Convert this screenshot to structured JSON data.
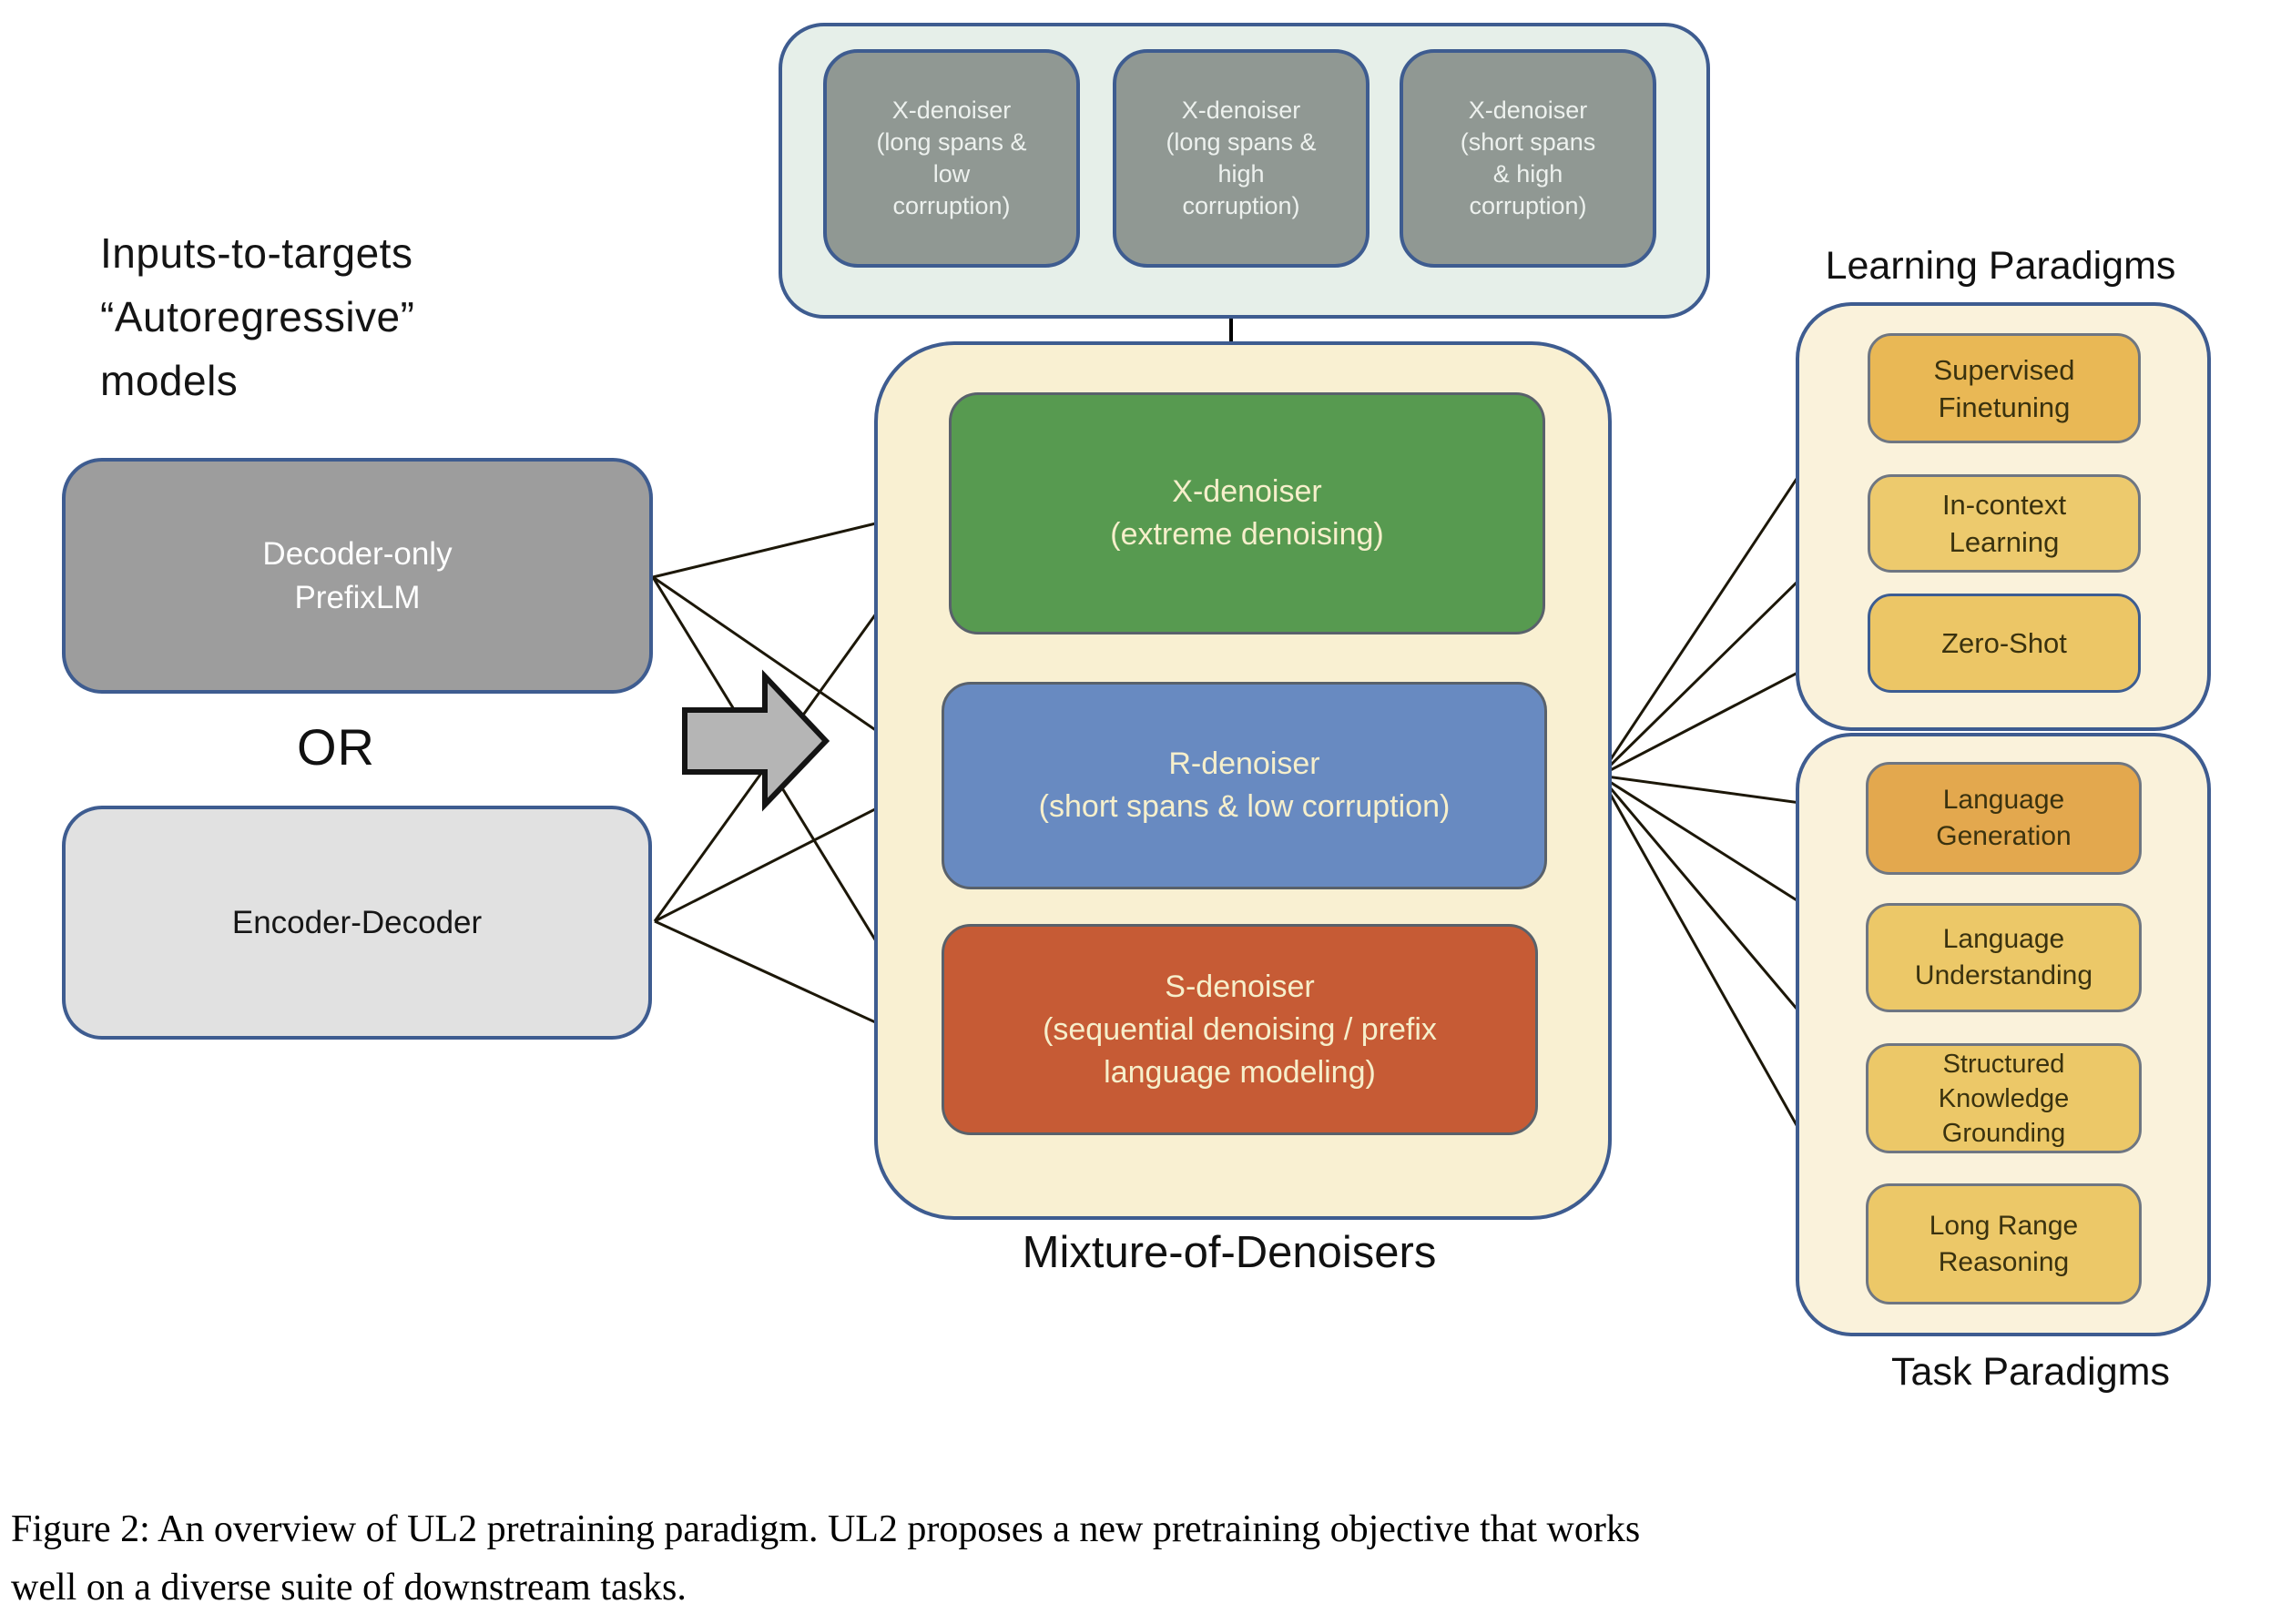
{
  "figure": {
    "left_column": {
      "heading": "Inputs-to-targets\n“Autoregressive”\nmodels",
      "decoder_box_label": "Decoder-only\nPrefixLM",
      "or_label": "OR",
      "encoder_box_label": "Encoder-Decoder"
    },
    "top_group": {
      "boxes": [
        "X-denoiser\n(long spans &\nlow\ncorruption)",
        "X-denoiser\n(long spans &\nhigh\ncorruption)",
        "X-denoiser\n(short spans\n& high\ncorruption)"
      ]
    },
    "mixture_group": {
      "label": "Mixture-of-Denoisers",
      "x_denoiser": "X-denoiser\n(extreme denoising)",
      "r_denoiser": "R-denoiser\n(short spans & low corruption)",
      "s_denoiser": "S-denoiser\n(sequential denoising / prefix\nlanguage modeling)"
    },
    "learning_paradigms": {
      "title": "Learning Paradigms",
      "items": [
        "Supervised\nFinetuning",
        "In-context\nLearning",
        "Zero-Shot"
      ]
    },
    "task_paradigms": {
      "title": "Task Paradigms",
      "items": [
        "Language\nGeneration",
        "Language\nUnderstanding",
        "Structured\nKnowledge\nGrounding",
        "Long Range\nReasoning"
      ]
    },
    "colors": {
      "container_border_blue": "#3e5c90",
      "mint_container": "#e6efe9",
      "gray_variant_box": "#909893",
      "decoder_gray": "#9d9d9d",
      "encoder_light_gray": "#e1e1e1",
      "cream_container": "#f9f0d2",
      "cream_container_right": "#faf2db",
      "x_denoiser_green": "#579a50",
      "r_denoiser_blue": "#688ac1",
      "s_denoiser_red": "#c65b35",
      "supervised_gold": "#e9b855",
      "gold_light": "#edca6d",
      "zero_shot_gold": "#ecc666",
      "language_generation_orange": "#e3a84e",
      "gold_box_text": "#3a320f",
      "block_arrow_fill": "#b5b5b5"
    }
  },
  "caption": "Figure 2: An overview of UL2 pretraining paradigm. UL2 proposes a new pretraining objective that works\nwell on a diverse suite of downstream tasks."
}
